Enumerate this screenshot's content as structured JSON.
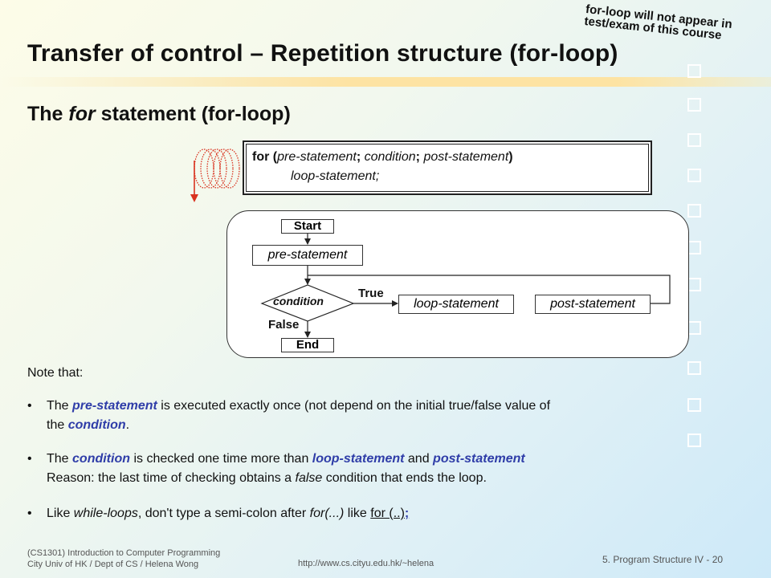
{
  "slide": {
    "title": "Transfer of control – Repetition structure (for-loop)",
    "corner_note_line1": "for-loop will not appear in",
    "corner_note_line2": "test/exam of this course",
    "subtitle_pre": "The ",
    "subtitle_em": "for",
    "subtitle_post": " statement (for-loop)"
  },
  "syntax": {
    "kw_for": "for",
    "open": " (",
    "pre": "pre-statement",
    "sep1": "; ",
    "cond": "condition",
    "sep2": "; ",
    "post": "post-statement",
    "close": ")",
    "line2": "loop-statement;"
  },
  "flowchart": {
    "start": "Start",
    "pre": "pre-statement",
    "condition": "condition",
    "true_label": "True",
    "false_label": "False",
    "loop": "loop-statement",
    "post": "post-statement",
    "end": "End"
  },
  "notes": {
    "heading": "Note that:",
    "b1_a": "The ",
    "b1_k1": "pre-statement",
    "b1_b": " is executed exactly once (not depend on the initial true/false value of",
    "b1_c": "the ",
    "b1_k2": "condition",
    "b1_d": ".",
    "b2_a": "The ",
    "b2_k1": "condition",
    "b2_b": " is checked one time more than ",
    "b2_k2": "loop-statement",
    "b2_c": "  and ",
    "b2_k3": "post-statement",
    "b2_d": "Reason: the last time of checking obtains a ",
    "b2_e": "false",
    "b2_f": " condition that ends the loop.",
    "b3_a": "Like ",
    "b3_b": "while-loops",
    "b3_c": ", don't type a semi-colon after ",
    "b3_d": "for(...)",
    "b3_e": " like ",
    "b3_f": "for (..)",
    "b3_g": ";"
  },
  "footer": {
    "left_line1": "(CS1301) Introduction to Computer Programming",
    "left_line2": "City Univ of HK / Dept of CS / Helena Wong",
    "url": "http://www.cs.cityu.edu.hk/~helena",
    "page": "5. Program Structure IV - 20"
  },
  "colors": {
    "keyword": "#2f3da8",
    "loop_arrow": "#d9321f"
  }
}
